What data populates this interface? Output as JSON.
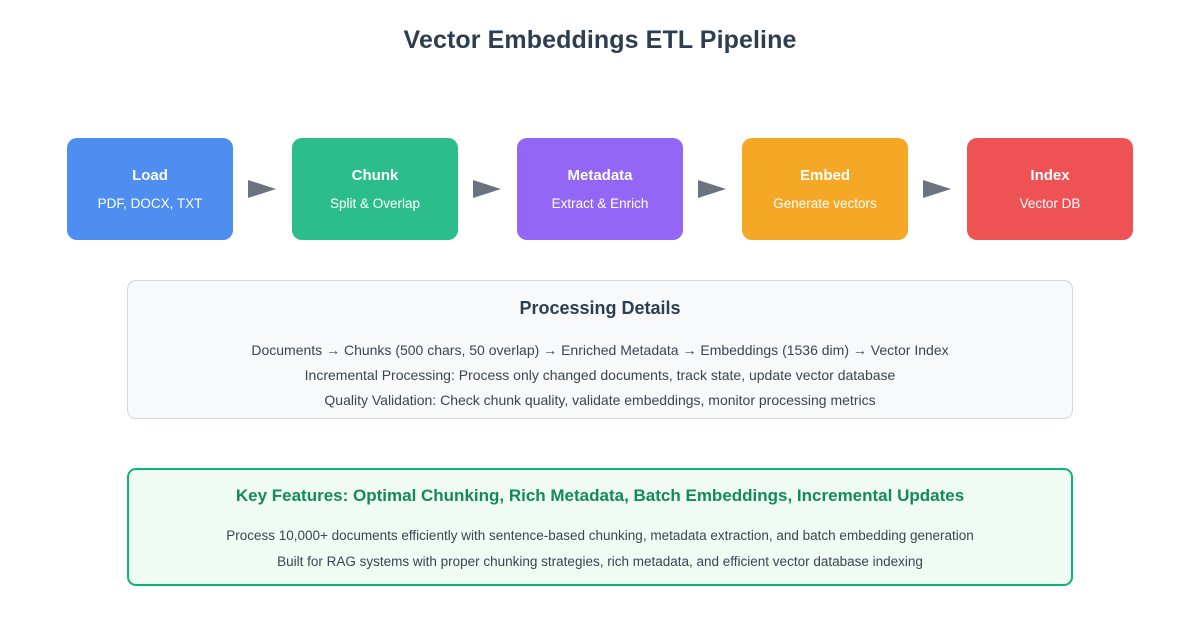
{
  "title": "Vector Embeddings ETL Pipeline",
  "colors": {
    "title_text": "#2c3e50",
    "arrow": "#6b7280",
    "stage_load": "#4d8ef0",
    "stage_chunk": "#2bbd8c",
    "stage_metadata": "#9366f5",
    "stage_embed": "#f5a826",
    "stage_index": "#ef5255",
    "details_bg": "#f8f9fb",
    "details_border": "#d3d7de",
    "features_bg": "#f0fbf4",
    "features_border": "#0cb577",
    "features_title": "#128a5e"
  },
  "pipeline": {
    "stages": [
      {
        "title": "Load",
        "subtitle": "PDF, DOCX, TXT",
        "color": "#4d8ef0",
        "icon": "load-stage"
      },
      {
        "title": "Chunk",
        "subtitle": "Split & Overlap",
        "color": "#2bbd8c",
        "icon": "chunk-stage"
      },
      {
        "title": "Metadata",
        "subtitle": "Extract & Enrich",
        "color": "#9366f5",
        "icon": "metadata-stage"
      },
      {
        "title": "Embed",
        "subtitle": "Generate vectors",
        "color": "#f5a826",
        "icon": "embed-stage"
      },
      {
        "title": "Index",
        "subtitle": "Vector DB",
        "color": "#ef5255",
        "icon": "index-stage"
      }
    ],
    "arrow_icon": "arrow-right-icon",
    "arrow_count": 4
  },
  "details": {
    "title": "Processing Details",
    "lines": [
      "Documents → Chunks (500 chars, 50 overlap) → Enriched Metadata → Embeddings (1536 dim) → Vector Index",
      "Incremental Processing: Process only changed documents, track state, update vector database",
      "Quality Validation: Check chunk quality, validate embeddings, monitor processing metrics"
    ]
  },
  "features": {
    "title": "Key Features: Optimal Chunking, Rich Metadata, Batch Embeddings, Incremental Updates",
    "lines": [
      "Process 10,000+ documents efficiently with sentence-based chunking, metadata extraction, and batch embedding generation",
      "Built for RAG systems with proper chunking strategies, rich metadata, and efficient vector database indexing"
    ]
  }
}
